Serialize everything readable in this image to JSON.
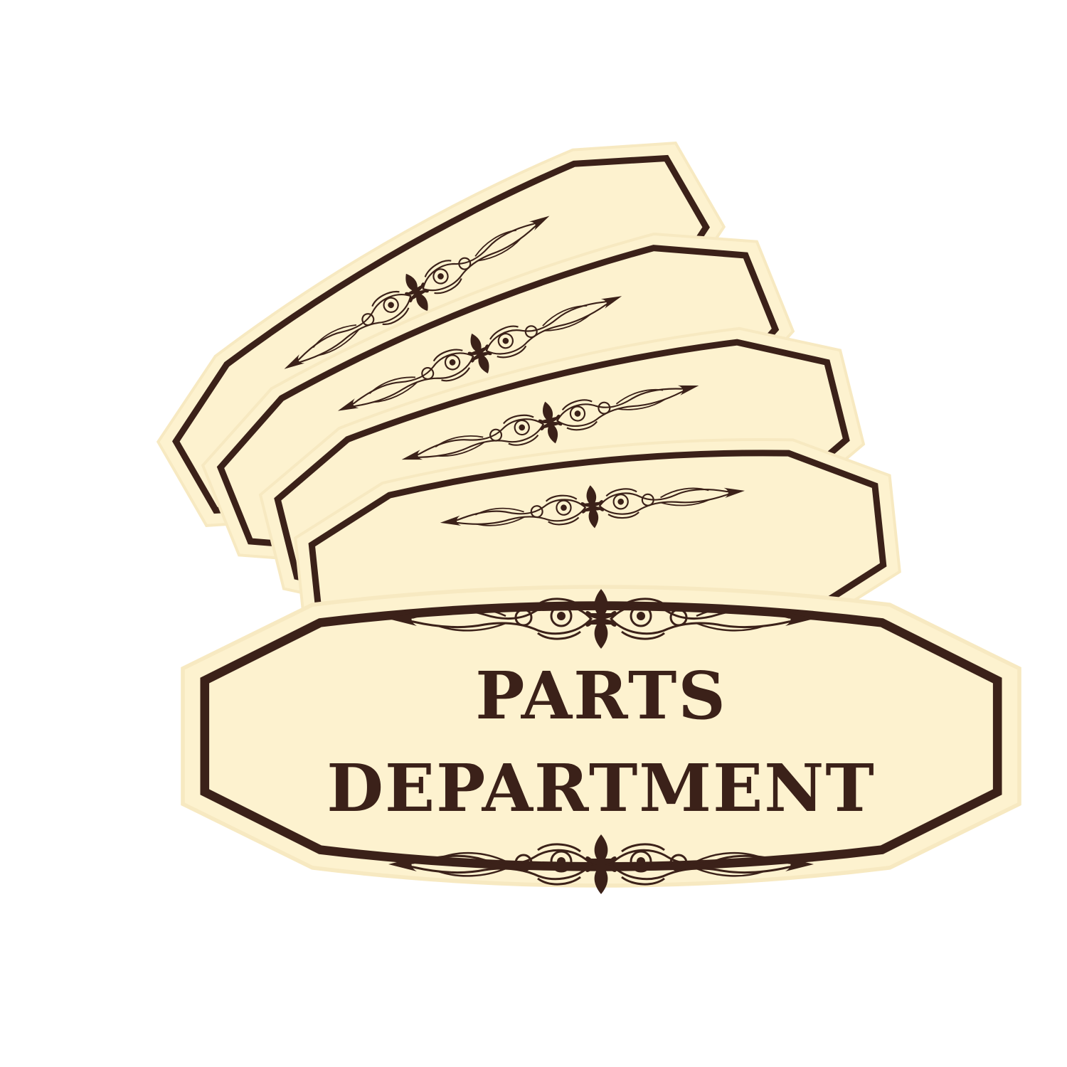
{
  "sign": {
    "title_line_1": "PARTS",
    "title_line_2": "DEPARTMENT"
  },
  "colors": {
    "background": "#ffffff",
    "sign_fill": "#fdf2cf",
    "sign_edge": "#f7e9c1",
    "border_ink": "#3b2119",
    "ornament_ink": "#3b2119"
  },
  "stack": {
    "sign_count": 5
  },
  "icons": [
    "scroll-flourish-ornament",
    "fleur-de-lis-icon"
  ]
}
